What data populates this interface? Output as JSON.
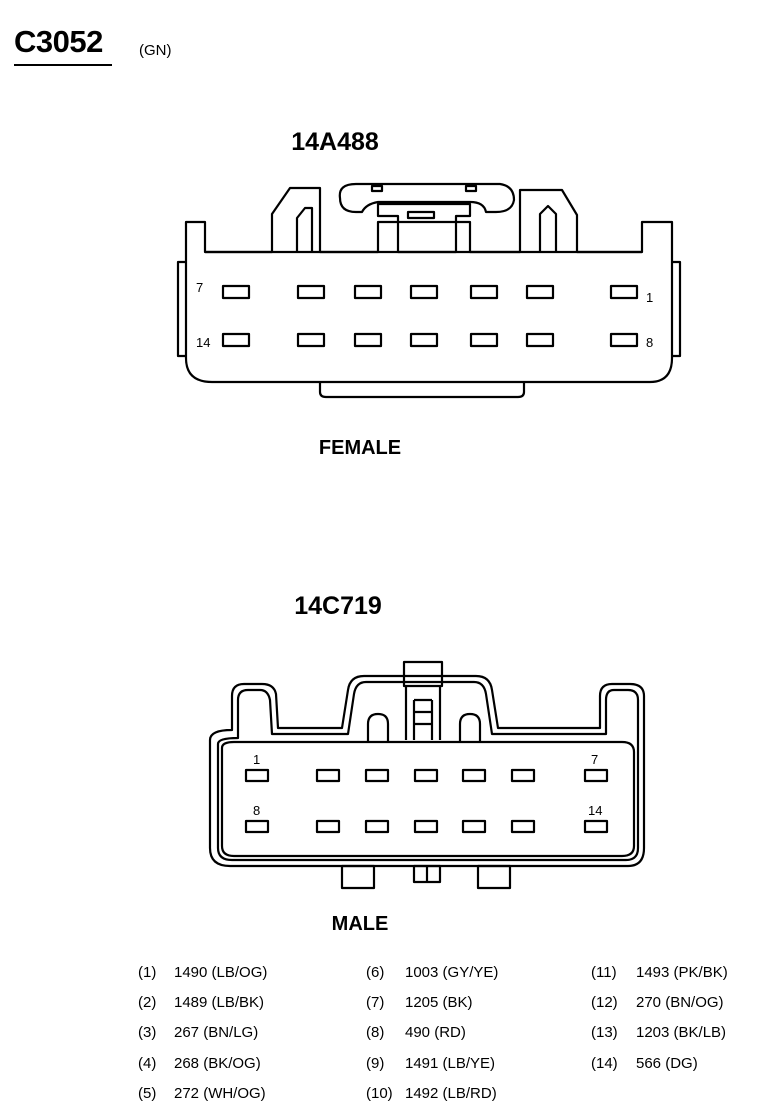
{
  "connector": {
    "id": "C3052",
    "color": "(GN)"
  },
  "female": {
    "part_number": "14A488",
    "label": "FEMALE",
    "pin_labels": {
      "top_left": "7",
      "top_right": "1",
      "bottom_left": "14",
      "bottom_right": "8"
    }
  },
  "male": {
    "part_number": "14C719",
    "label": "MALE",
    "pin_labels": {
      "top_left": "1",
      "top_right": "7",
      "bottom_left": "8",
      "bottom_right": "14"
    }
  },
  "pins": [
    {
      "num": "(1)",
      "circuit": "1490 (LB/OG)"
    },
    {
      "num": "(2)",
      "circuit": "1489 (LB/BK)"
    },
    {
      "num": "(3)",
      "circuit": "267 (BN/LG)"
    },
    {
      "num": "(4)",
      "circuit": "268 (BK/OG)"
    },
    {
      "num": "(5)",
      "circuit": "272 (WH/OG)"
    },
    {
      "num": "(6)",
      "circuit": "1003 (GY/YE)"
    },
    {
      "num": "(7)",
      "circuit": "1205 (BK)"
    },
    {
      "num": "(8)",
      "circuit": "490 (RD)"
    },
    {
      "num": "(9)",
      "circuit": "1491 (LB/YE)"
    },
    {
      "num": "(10)",
      "circuit": "1492 (LB/RD)"
    },
    {
      "num": "(11)",
      "circuit": "1493 (PK/BK)"
    },
    {
      "num": "(12)",
      "circuit": "270 (BN/OG)"
    },
    {
      "num": "(13)",
      "circuit": "1203 (BK/LB)"
    },
    {
      "num": "(14)",
      "circuit": "566 (DG)"
    }
  ]
}
